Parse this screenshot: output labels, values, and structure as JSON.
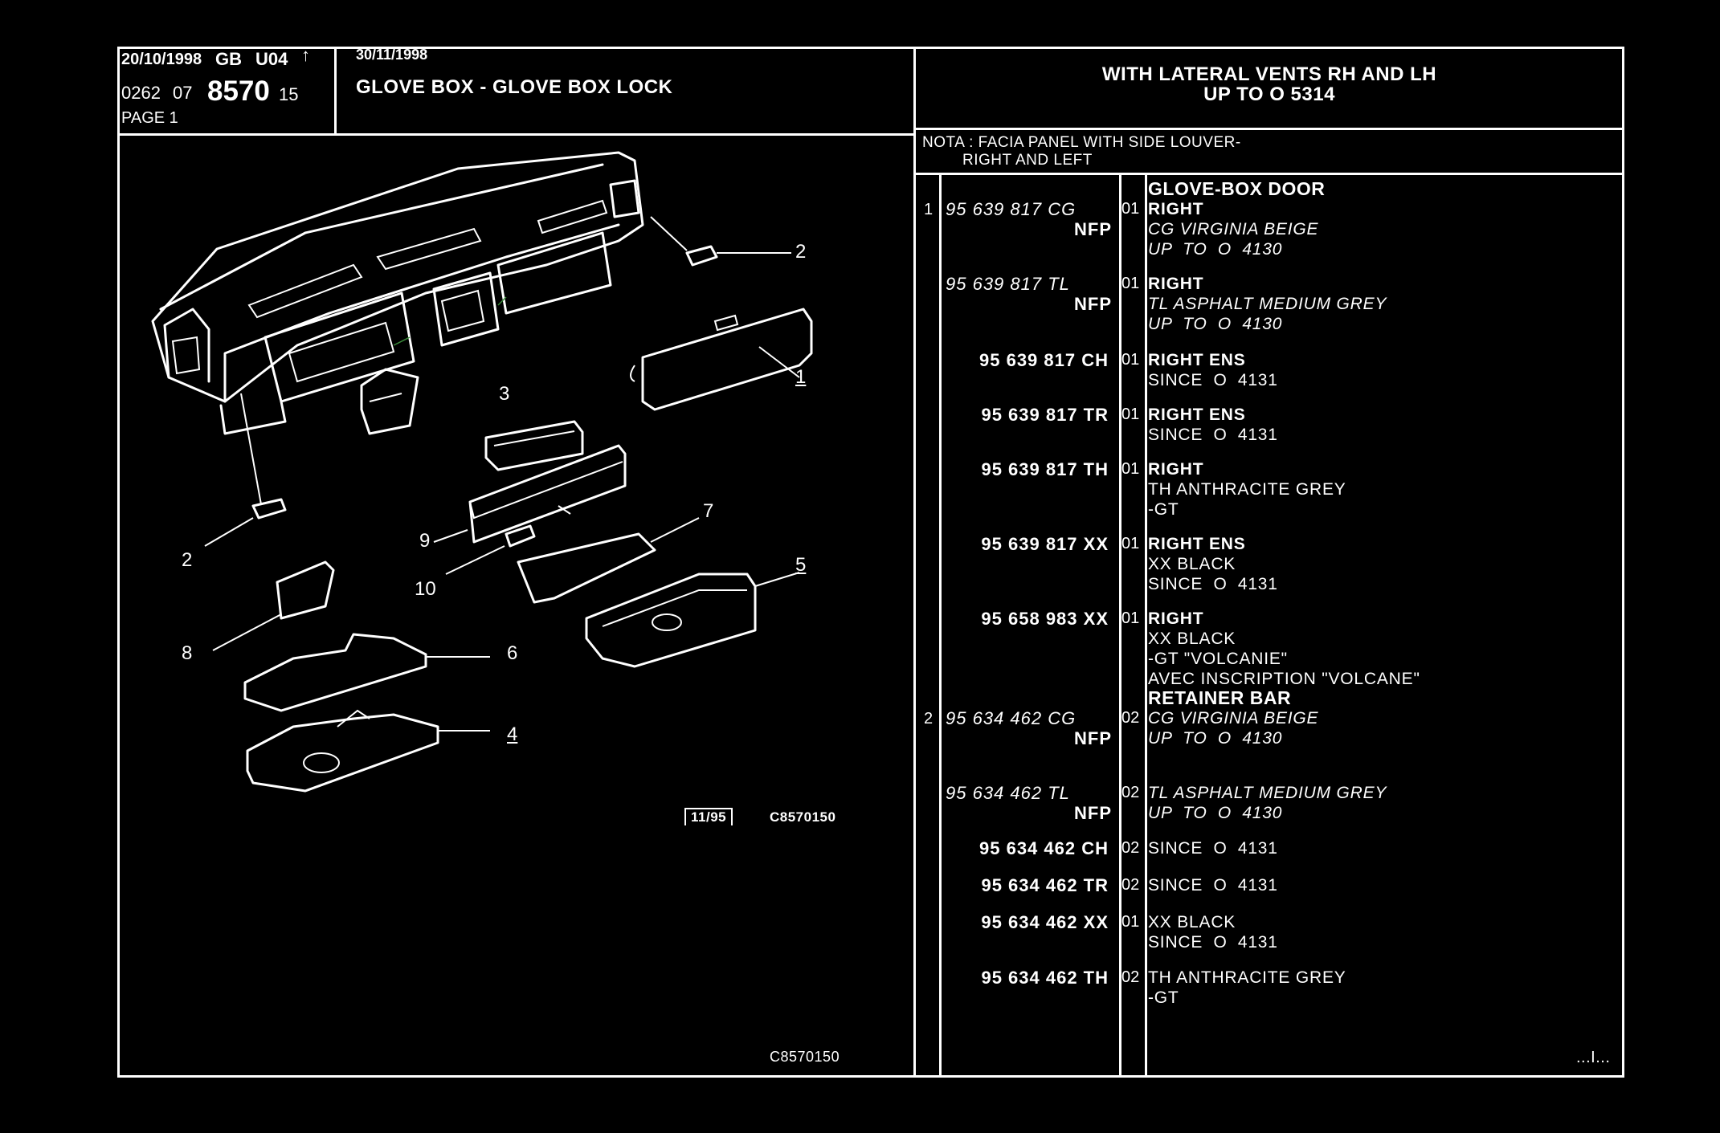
{
  "header": {
    "date1": "20/10/1998",
    "lang": "GB",
    "code": "U04",
    "arrow": "↑",
    "ref_prefix": "0262",
    "ref_mid": "07",
    "ref_main": "8570",
    "ref_suffix": "15",
    "page": "PAGE 1",
    "date2": "30/11/1998",
    "title": "GLOVE BOX - GLOVE BOX LOCK",
    "applicability_line1": "WITH LATERAL VENTS RH AND LH",
    "applicability_line2": "UP  TO  O   5314"
  },
  "note": {
    "line1": "NOTA : FACIA PANEL WITH SIDE LOUVER-",
    "line2": "RIGHT AND LEFT"
  },
  "diagram": {
    "callouts": [
      "1",
      "2",
      "2",
      "3",
      "4",
      "5",
      "6",
      "7",
      "8",
      "9",
      "10"
    ],
    "date_box": "11/95",
    "ref_inner": "C8570150",
    "ref_bottom": "C8570150"
  },
  "parts": [
    {
      "heading": "GLOVE-BOX DOOR",
      "index": "1",
      "part_no": "95 639 817 CG",
      "nfp": "NFP",
      "qty": "01",
      "italic": true,
      "title": "RIGHT",
      "desc": "CG VIRGINIA BEIGE\nUP  TO  O  4130"
    },
    {
      "index": "",
      "part_no": "95 639 817 TL",
      "nfp": "NFP",
      "qty": "01",
      "italic": true,
      "title": "RIGHT",
      "desc": "TL ASPHALT MEDIUM GREY\nUP  TO  O  4130"
    },
    {
      "index": "",
      "part_no": "95 639 817 CH",
      "nfp": "",
      "qty": "01",
      "italic": false,
      "title": "RIGHT ENS",
      "desc": "SINCE  O  4131"
    },
    {
      "index": "",
      "part_no": "95 639 817 TR",
      "nfp": "",
      "qty": "01",
      "italic": false,
      "title": "RIGHT ENS",
      "desc": "SINCE  O  4131"
    },
    {
      "index": "",
      "part_no": "95 639 817 TH",
      "nfp": "",
      "qty": "01",
      "italic": false,
      "title": "RIGHT",
      "desc": "TH ANTHRACITE GREY\n-GT"
    },
    {
      "index": "",
      "part_no": "95 639 817 XX",
      "nfp": "",
      "qty": "01",
      "italic": false,
      "title": "RIGHT ENS",
      "desc": "XX BLACK\nSINCE  O  4131"
    },
    {
      "index": "",
      "part_no": "95 658 983 XX",
      "nfp": "",
      "qty": "01",
      "italic": false,
      "title": "RIGHT",
      "desc": "XX BLACK\n-GT \"VOLCANIE\"\nAVEC INSCRIPTION \"VOLCANE\""
    },
    {
      "heading": "RETAINER BAR",
      "index": "2",
      "part_no": "95 634 462 CG",
      "nfp": "NFP",
      "qty": "02",
      "italic": true,
      "title": "",
      "desc": "CG VIRGINIA BEIGE\nUP  TO  O  4130"
    },
    {
      "index": "",
      "part_no": "95 634 462 TL",
      "nfp": "NFP",
      "qty": "02",
      "italic": true,
      "title": "",
      "desc": "TL ASPHALT MEDIUM GREY\nUP  TO  O  4130"
    },
    {
      "index": "",
      "part_no": "95 634 462 CH",
      "nfp": "",
      "qty": "02",
      "italic": false,
      "title": "",
      "desc": "SINCE  O  4131"
    },
    {
      "index": "",
      "part_no": "95 634 462 TR",
      "nfp": "",
      "qty": "02",
      "italic": false,
      "title": "",
      "desc": "SINCE  O  4131"
    },
    {
      "index": "",
      "part_no": "95 634 462 XX",
      "nfp": "",
      "qty": "01",
      "italic": false,
      "title": "",
      "desc": "XX BLACK\nSINCE  O  4131"
    },
    {
      "index": "",
      "part_no": "95 634 462 TH",
      "nfp": "",
      "qty": "02",
      "italic": false,
      "title": "",
      "desc": "TH ANTHRACITE GREY\n-GT"
    }
  ],
  "footer": {
    "continuation": "...I..."
  }
}
